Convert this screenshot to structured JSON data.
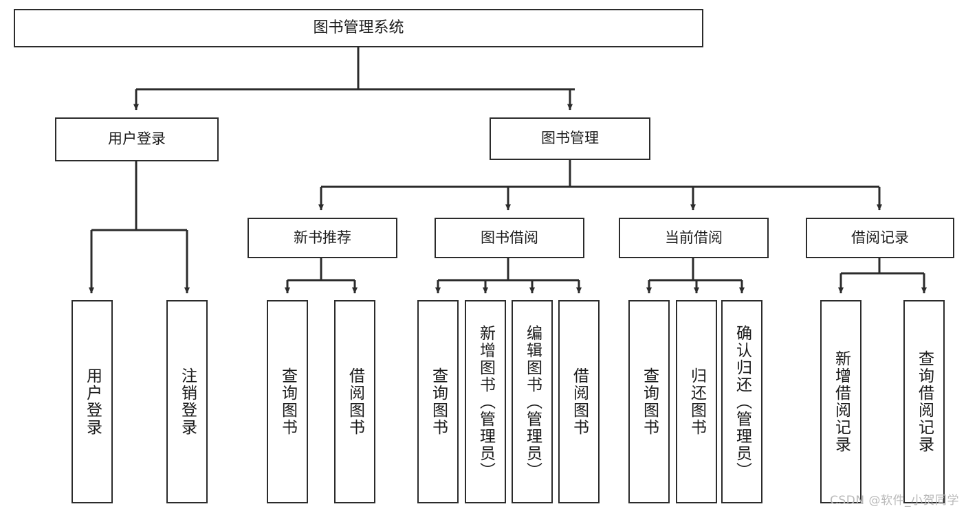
{
  "diagram": {
    "title": "图书管理系统",
    "type": "tree",
    "orientation": "top-down",
    "watermark": "CSDN @软件_小贺同学",
    "colors": {
      "node_border": "#2b2b2b",
      "node_fill": "#ffffff",
      "edge": "#2b2b2b",
      "background": "#ffffff",
      "watermark": "#b9b9b9"
    },
    "nodes": {
      "root": {
        "label": "图书管理系统"
      },
      "level1": [
        {
          "id": "user-login",
          "label": "用户登录"
        },
        {
          "id": "book-manage",
          "label": "图书管理"
        }
      ],
      "level2": [
        {
          "id": "new-book-recommend",
          "label": "新书推荐"
        },
        {
          "id": "book-borrow",
          "label": "图书借阅"
        },
        {
          "id": "current-borrow",
          "label": "当前借阅"
        },
        {
          "id": "borrow-record",
          "label": "借阅记录"
        }
      ],
      "leaves": {
        "user-login": [
          {
            "id": "leaf-user-login",
            "label": "用户登录"
          },
          {
            "id": "leaf-logout",
            "label": "注销登录"
          }
        ],
        "new-book-recommend": [
          {
            "id": "leaf-query-book-1",
            "label": "查询图书"
          },
          {
            "id": "leaf-borrow-book-1",
            "label": "借阅图书"
          }
        ],
        "book-borrow": [
          {
            "id": "leaf-query-book-2",
            "label": "查询图书"
          },
          {
            "id": "leaf-add-book",
            "label": "新增图书（管理员）"
          },
          {
            "id": "leaf-edit-book",
            "label": "编辑图书（管理员）"
          },
          {
            "id": "leaf-borrow-book-2",
            "label": "借阅图书"
          }
        ],
        "current-borrow": [
          {
            "id": "leaf-query-book-3",
            "label": "查询图书"
          },
          {
            "id": "leaf-return-book",
            "label": "归还图书"
          },
          {
            "id": "leaf-confirm-return",
            "label": "确认归还（管理员）"
          }
        ],
        "borrow-record": [
          {
            "id": "leaf-add-record",
            "label": "新增借阅记录"
          },
          {
            "id": "leaf-query-record",
            "label": "查询借阅记录"
          }
        ]
      }
    }
  }
}
